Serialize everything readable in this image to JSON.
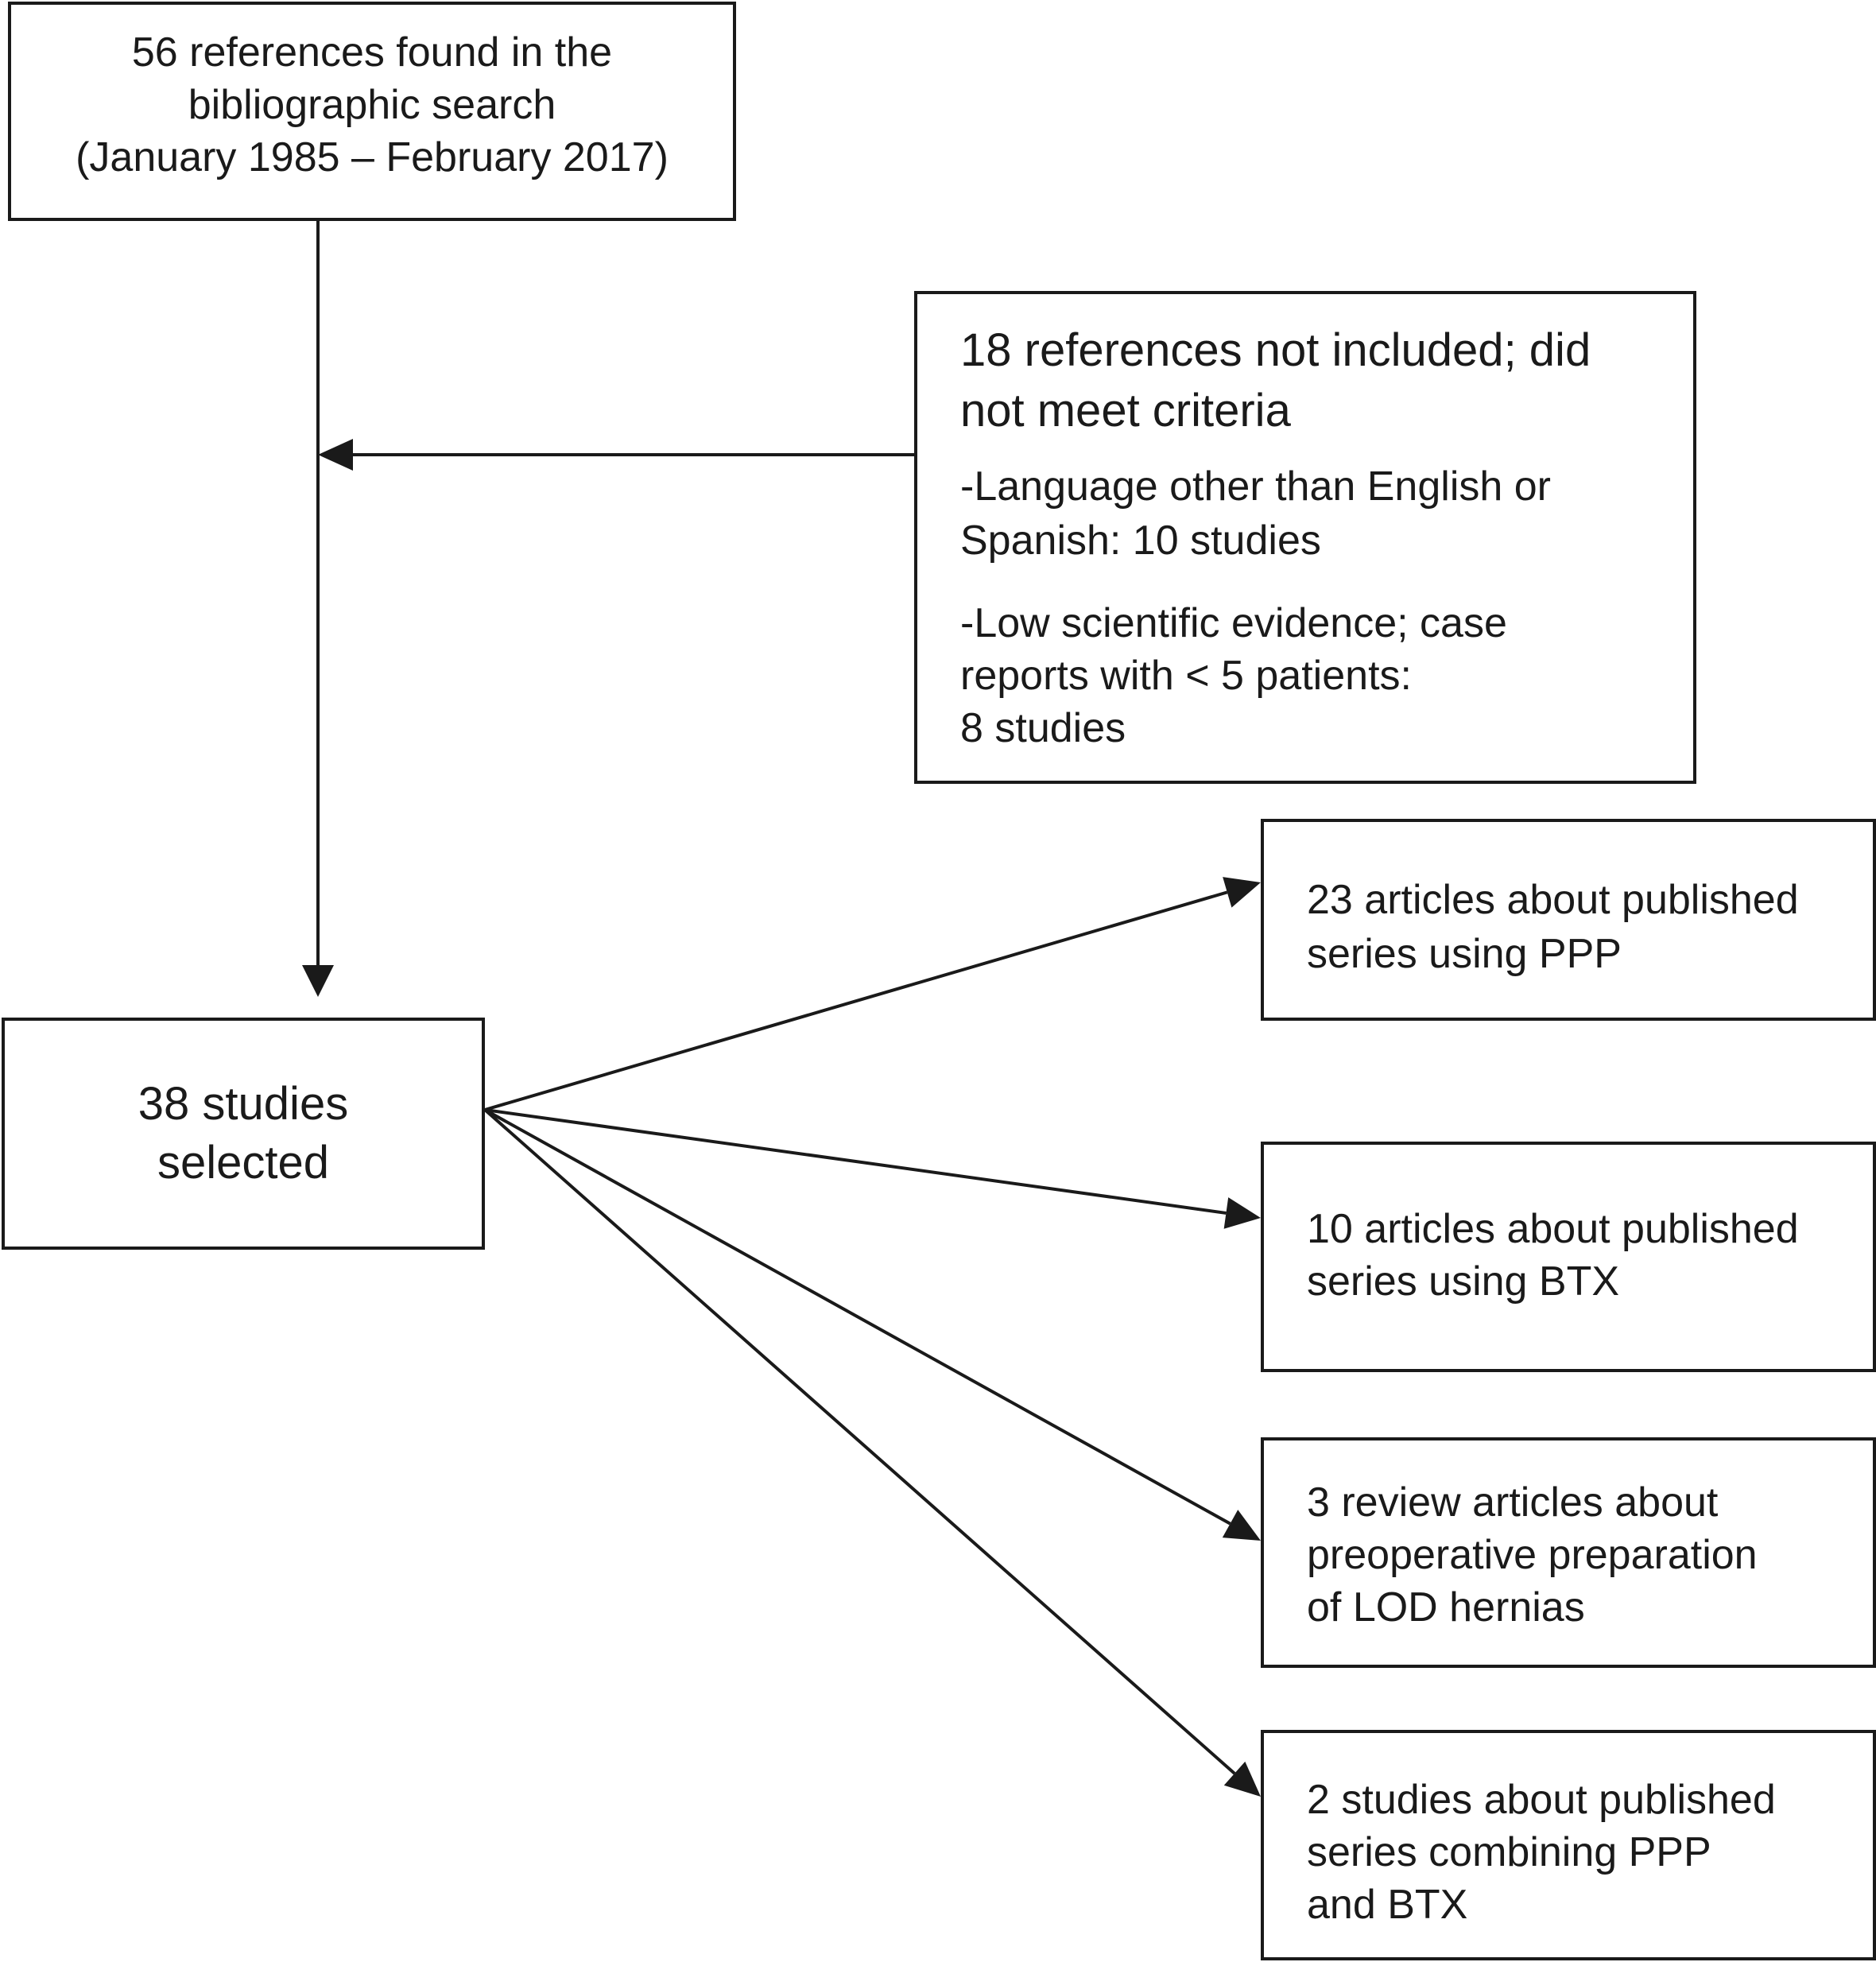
{
  "diagram": {
    "search_box": {
      "lines": [
        "56 references found in the",
        "bibliographic search",
        "(January 1985 – February 2017)"
      ]
    },
    "excluded_box": {
      "heading_lines": [
        "18 references not included; did",
        "not meet criteria"
      ],
      "reason1_lines": [
        "-Language other than English or",
        "Spanish: 10 studies"
      ],
      "reason2_lines": [
        "-Low scientific evidence; case",
        "reports with < 5 patients:",
        "8 studies"
      ]
    },
    "selected_box": {
      "lines": [
        "38 studies",
        "selected"
      ]
    },
    "outcome_boxes": [
      {
        "lines": [
          "23 articles about published",
          "series using PPP"
        ]
      },
      {
        "lines": [
          "10 articles about published",
          "series using BTX"
        ]
      },
      {
        "lines": [
          "3 review articles about",
          "preoperative preparation",
          "of LOD hernias"
        ]
      },
      {
        "lines": [
          "2 studies about published",
          "series combining PPP",
          "and BTX"
        ]
      }
    ],
    "line_color": "#1a1a1a"
  }
}
